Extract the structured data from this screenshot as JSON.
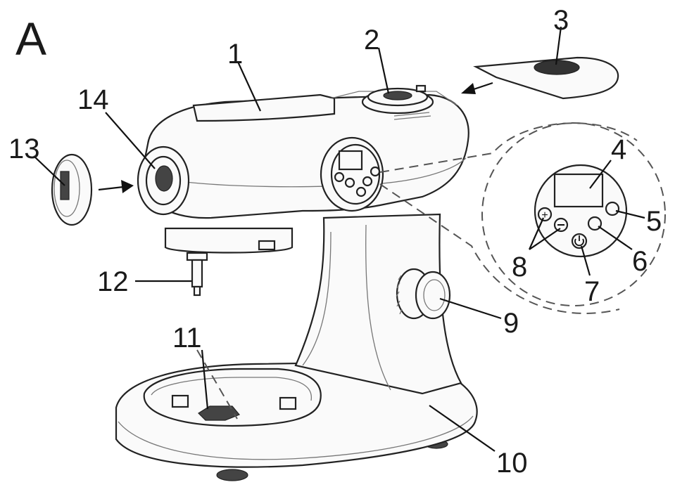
{
  "figure_letter": "A",
  "labels": [
    "1",
    "2",
    "3",
    "4",
    "5",
    "6",
    "7",
    "8",
    "9",
    "10",
    "11",
    "12",
    "13",
    "14"
  ],
  "colors": {
    "line": "#1a1a1a",
    "body": "#fafafa",
    "dash": "#555555",
    "mesh": "#333333"
  }
}
